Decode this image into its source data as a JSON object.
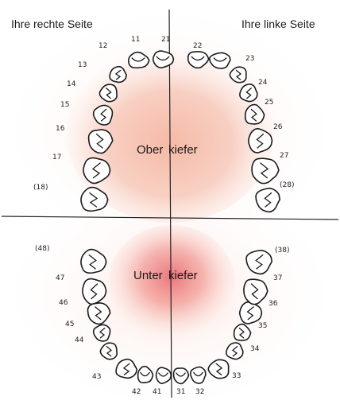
{
  "labels": {
    "right_side": "Ihre rechte Seite",
    "left_side": "Ihre linke Seite",
    "upper_jaw": {
      "part1": "Ober",
      "part2": "kiefer"
    },
    "lower_jaw": {
      "part1": "Unter",
      "part2": "kiefer"
    }
  },
  "colors": {
    "palate_blush": "#f2a48c",
    "tongue_blush": "#e8606a",
    "outline": "#1a1a1a",
    "tooth_fill": "#ffffff"
  },
  "upper_teeth": [
    {
      "id": "t18",
      "number": "(18)"
    },
    {
      "id": "t17",
      "number": "17"
    },
    {
      "id": "t16",
      "number": "16"
    },
    {
      "id": "t15",
      "number": "15"
    },
    {
      "id": "t14",
      "number": "14"
    },
    {
      "id": "t13",
      "number": "13"
    },
    {
      "id": "t12",
      "number": "12"
    },
    {
      "id": "t11",
      "number": "11"
    },
    {
      "id": "t21",
      "number": "21"
    },
    {
      "id": "t22",
      "number": "22"
    },
    {
      "id": "t23",
      "number": "23"
    },
    {
      "id": "t24",
      "number": "24"
    },
    {
      "id": "t25",
      "number": "25"
    },
    {
      "id": "t26",
      "number": "26"
    },
    {
      "id": "t27",
      "number": "27"
    },
    {
      "id": "t28",
      "number": "(28)"
    }
  ],
  "lower_teeth": [
    {
      "id": "t48",
      "number": "(48)"
    },
    {
      "id": "t47",
      "number": "47"
    },
    {
      "id": "t46",
      "number": "46"
    },
    {
      "id": "t45",
      "number": "45"
    },
    {
      "id": "t44",
      "number": "44"
    },
    {
      "id": "t43",
      "number": "43"
    },
    {
      "id": "t42",
      "number": "42"
    },
    {
      "id": "t41",
      "number": "41"
    },
    {
      "id": "t31",
      "number": "31"
    },
    {
      "id": "t32",
      "number": "32"
    },
    {
      "id": "t33",
      "number": "33"
    },
    {
      "id": "t34",
      "number": "34"
    },
    {
      "id": "t35",
      "number": "35"
    },
    {
      "id": "t36",
      "number": "36"
    },
    {
      "id": "t37",
      "number": "37"
    },
    {
      "id": "t38",
      "number": "(38)"
    }
  ]
}
